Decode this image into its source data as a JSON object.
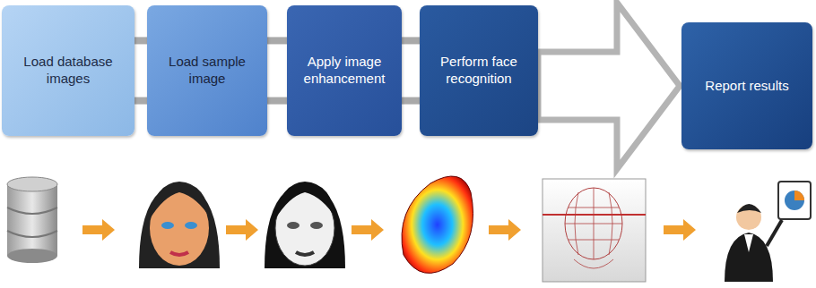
{
  "diagram": {
    "nodes": [
      {
        "text": [
          "Load database images"
        ]
      },
      {
        "text": [
          "Load sample image"
        ]
      },
      {
        "text": [
          "Apply image enhancement"
        ]
      },
      {
        "text": [
          "Perform face recognition"
        ]
      },
      {
        "text": [
          "Report results"
        ]
      }
    ],
    "edges": [
      {
        "from": 0,
        "to": 1,
        "arrow": "none"
      },
      {
        "from": 1,
        "to": 2,
        "arrow": "none"
      },
      {
        "from": 2,
        "to": 3,
        "arrow": "none"
      },
      {
        "from": 3,
        "to": 4,
        "arrow": "to"
      }
    ]
  }
}
